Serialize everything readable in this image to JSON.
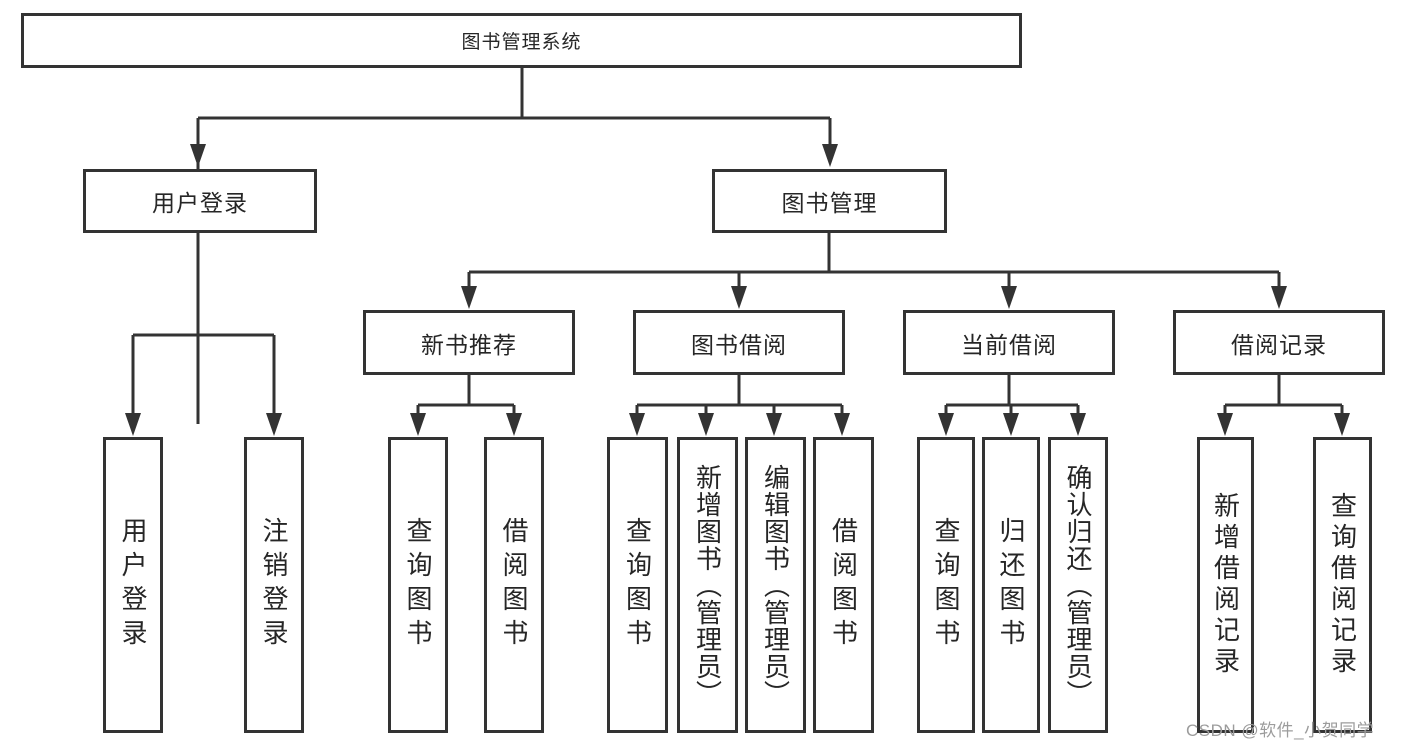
{
  "diagram": {
    "title": "图书管理系统",
    "level2": [
      {
        "label": "用户登录"
      },
      {
        "label": "图书管理"
      }
    ],
    "level3": [
      {
        "label": "新书推荐"
      },
      {
        "label": "图书借阅"
      },
      {
        "label": "当前借阅"
      },
      {
        "label": "借阅记录"
      }
    ],
    "leaves": [
      {
        "label": "用户登录"
      },
      {
        "label": "注销登录"
      },
      {
        "label": "查询图书"
      },
      {
        "label": "借阅图书"
      },
      {
        "label": "查询图书"
      },
      {
        "label": "新增图书（管理员）"
      },
      {
        "label": "编辑图书（管理员）"
      },
      {
        "label": "借阅图书"
      },
      {
        "label": "查询图书"
      },
      {
        "label": "归还图书"
      },
      {
        "label": "确认归还（管理员）"
      },
      {
        "label": "新增借阅记录"
      },
      {
        "label": "查询借阅记录"
      }
    ]
  },
  "watermark": "CSDN @软件_小贺同学",
  "colors": {
    "line": "#333333",
    "text": "#262626",
    "box_background": "#ffffff",
    "page_background": "#ffffff",
    "watermark": "#9c9c9c"
  }
}
